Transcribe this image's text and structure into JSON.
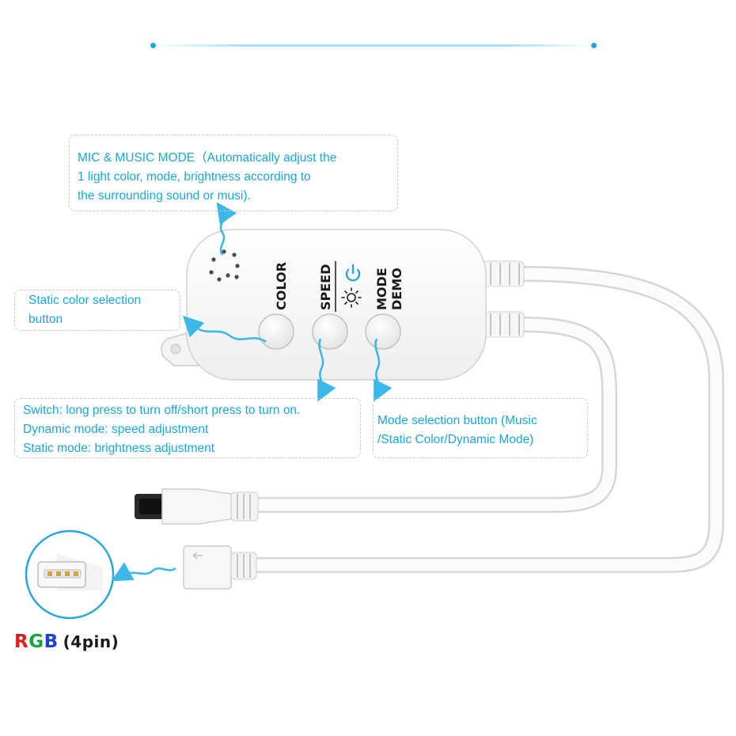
{
  "callouts": {
    "mic_mode": {
      "line1": "MIC & MUSIC MODE（Automatically adjust the",
      "line2": "1 light color, mode, brightness according to",
      "line3": "the surrounding sound or musi)."
    },
    "static_color": {
      "line1": "Static color selection",
      "line2": "button"
    },
    "switch": {
      "line1": "Switch: long press to turn off/short press to turn on.",
      "line2": "Dynamic mode: speed adjustment",
      "line3": "Static mode: brightness adjustment"
    },
    "mode_selection": {
      "line1": "Mode selection button (Music",
      "line2": "/Static Color/Dynamic Mode)"
    }
  },
  "controller": {
    "color_label": "COLOR",
    "speed_label": "SPEED",
    "mode_label": "MODE",
    "demo_label": "DEMO"
  },
  "connector": {
    "rgb_r": "R",
    "rgb_g": "G",
    "rgb_b": "B",
    "pin_text": "(4pin)"
  },
  "colors": {
    "accent": "#1aa6de",
    "arrow": "#3cb8e8",
    "red": "#e11c1c",
    "green": "#17a33b",
    "blue": "#1f3ed6"
  }
}
